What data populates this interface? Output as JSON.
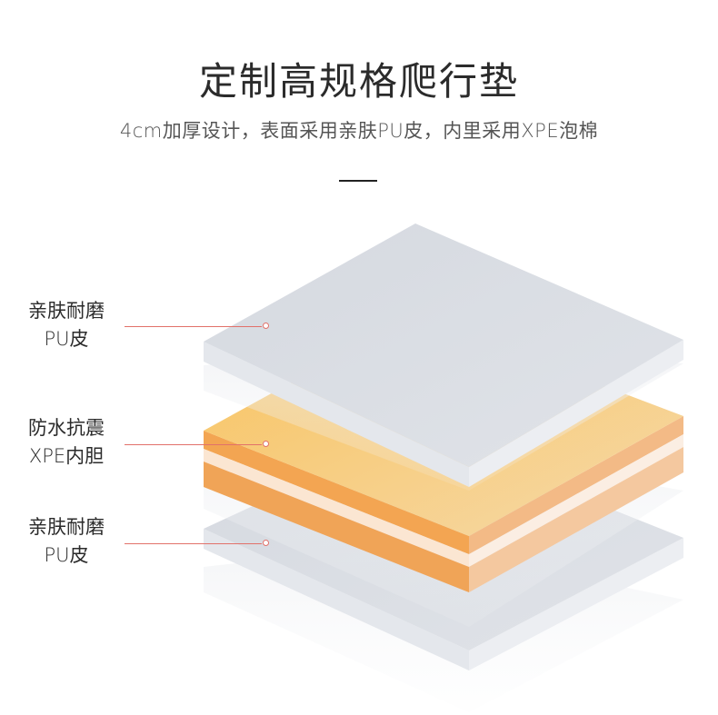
{
  "header": {
    "title": "定制高规格爬行垫",
    "subtitle": "4cm加厚设计，表面采用亲肤PU皮，内里采用XPE泡棉"
  },
  "layers": [
    {
      "line1": "亲肤耐磨",
      "line2": "PU皮",
      "color": "#d8dce3"
    },
    {
      "line1": "防水抗震",
      "line2": "XPE内胆",
      "color": "#f7bf68"
    },
    {
      "line1": "亲肤耐磨",
      "line2": "PU皮",
      "color": "#d8dce3"
    }
  ],
  "colors": {
    "accent": "#e2716a",
    "pu_top": "#d8dce3",
    "xpe_top": "#f7c977",
    "xpe_side": "#f0a457"
  }
}
